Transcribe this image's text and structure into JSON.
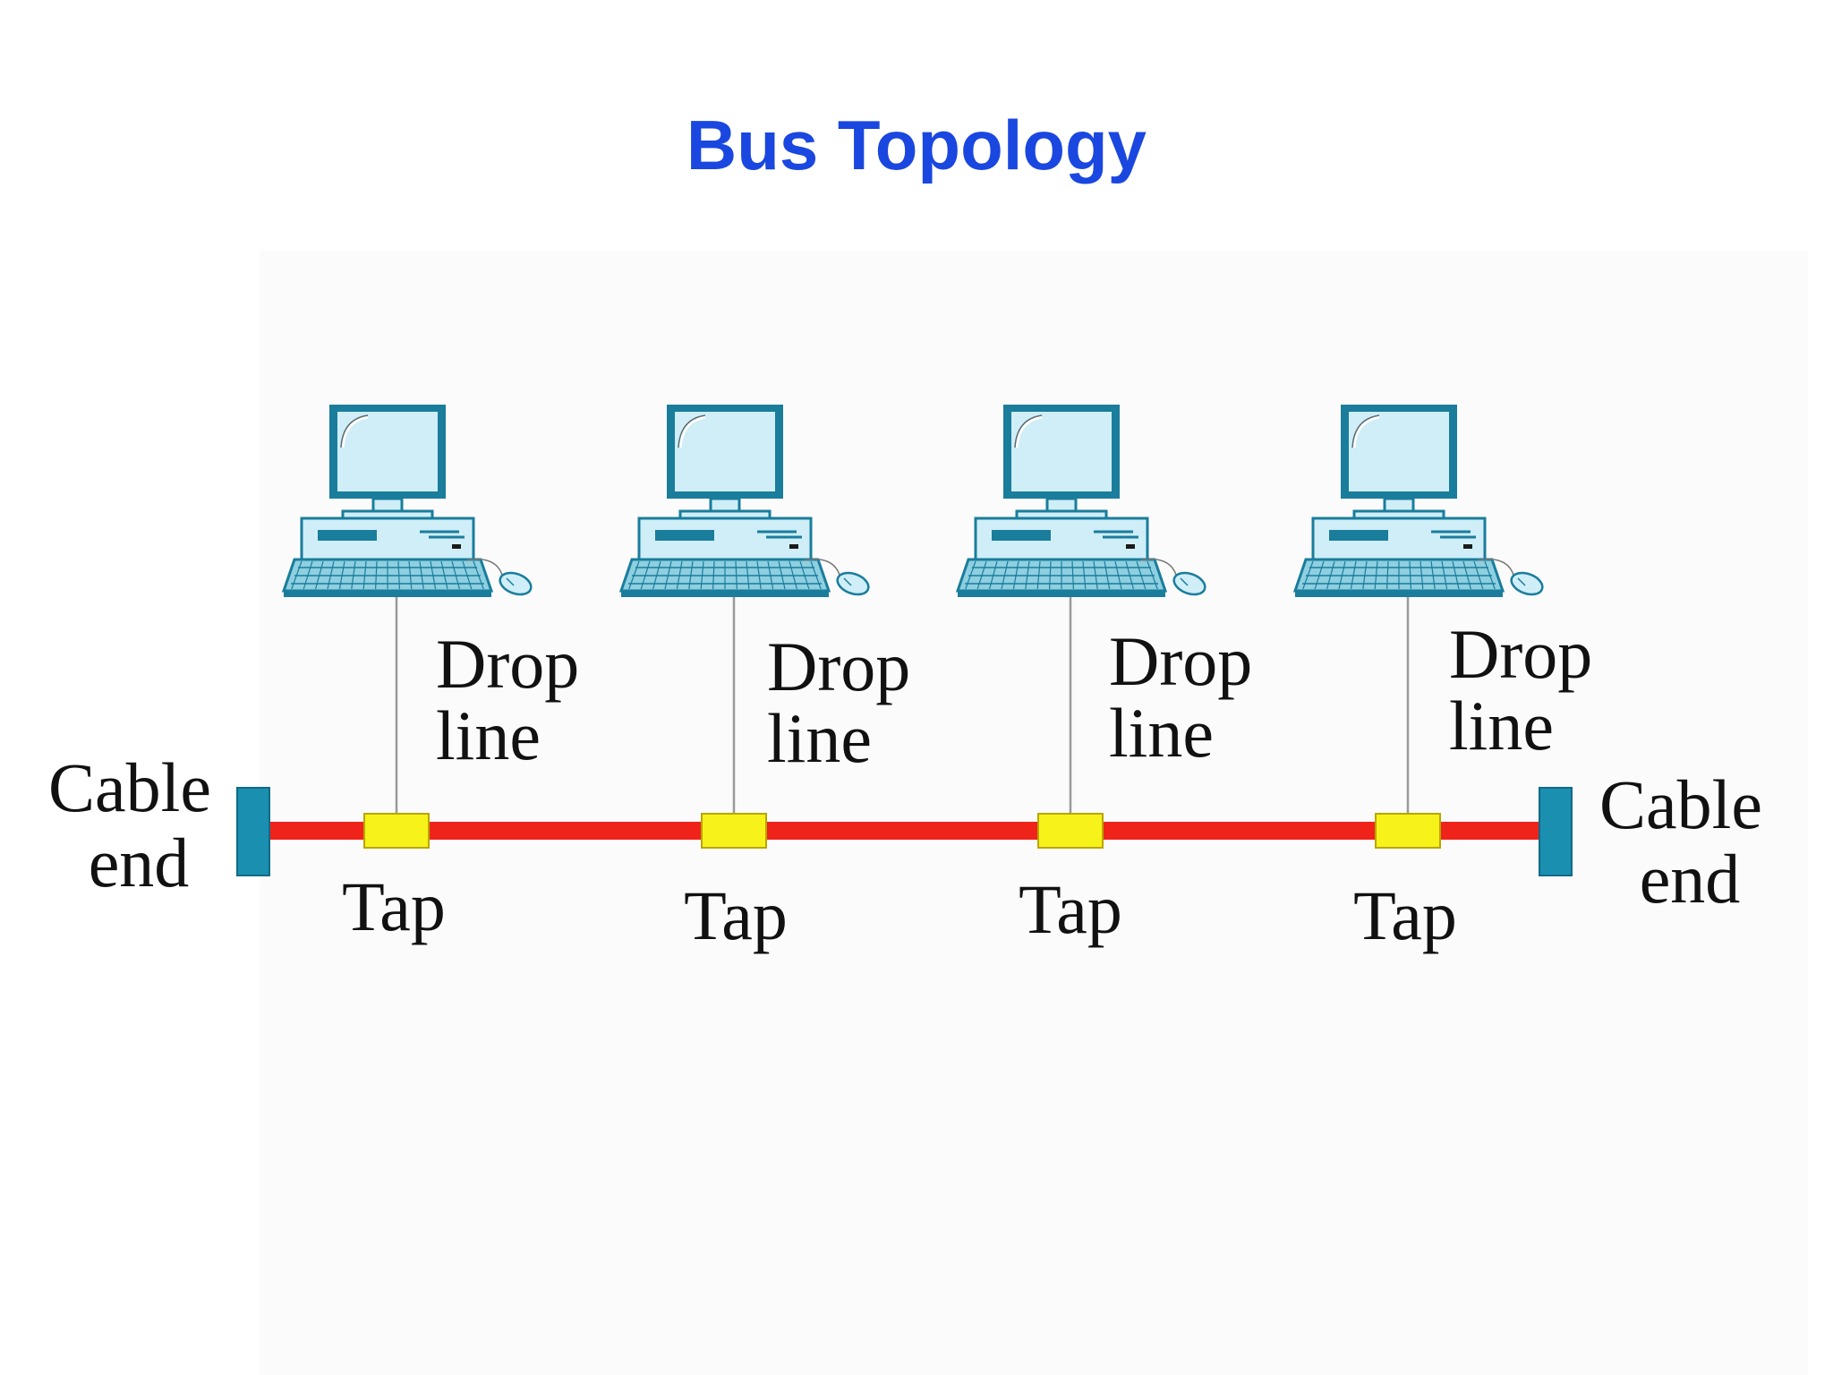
{
  "title": "Bus Topology",
  "labels": {
    "drop_line_line1": "Drop",
    "drop_line_line2": "line",
    "tap": "Tap",
    "cable_end_line1": "Cable",
    "cable_end_line2": "end"
  },
  "nodes": [
    {
      "drop_label": [
        "Drop",
        "line"
      ],
      "tap_label": "Tap"
    },
    {
      "drop_label": [
        "Drop",
        "line"
      ],
      "tap_label": "Tap"
    },
    {
      "drop_label": [
        "Drop",
        "line"
      ],
      "tap_label": "Tap"
    },
    {
      "drop_label": [
        "Drop",
        "line"
      ],
      "tap_label": "Tap"
    }
  ],
  "cable_ends": [
    {
      "side": "left",
      "label": [
        "Cable",
        "end"
      ]
    },
    {
      "side": "right",
      "label": [
        "Cable",
        "end"
      ]
    }
  ],
  "colors": {
    "title": "#1a47e0",
    "bus_cable": "#f0231b",
    "tap": "#f7f21a",
    "tap_border": "#b9a600",
    "cable_end": "#1b8fb0",
    "computer_fill": "#cfeef7",
    "computer_stroke": "#1a7d9c",
    "drop_line": "#9a9a9a",
    "text": "#111111"
  },
  "icons": {
    "computer": "desktop-computer-icon",
    "mouse": "mouse-icon"
  }
}
